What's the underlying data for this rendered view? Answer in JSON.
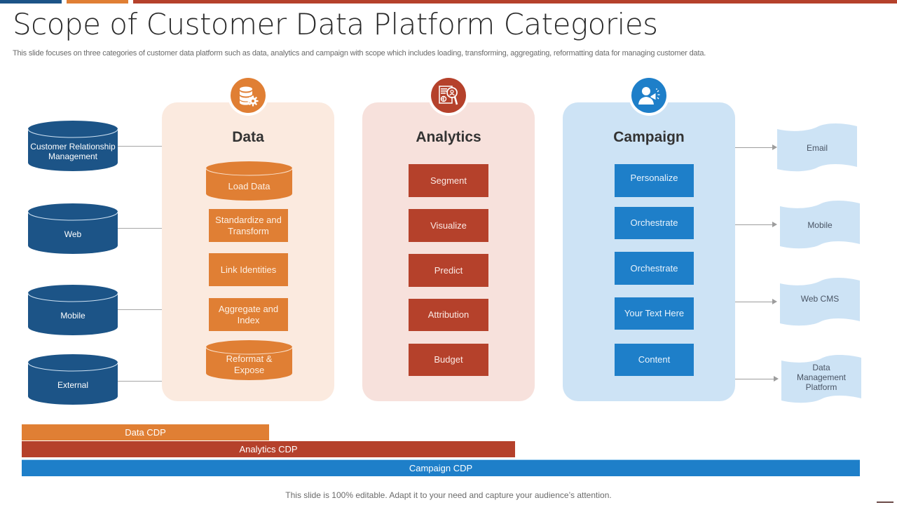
{
  "header": {
    "title": "Scope of Customer Data Platform Categories",
    "subtitle": "This slide focuses on three categories of customer data platform such as data, analytics and campaign with scope which includes loading, transforming, aggregating, reformatting data for managing customer data."
  },
  "colors": {
    "navy": "#1c5487",
    "orange": "#e07f34",
    "red": "#b5412b",
    "blue": "#1e7fc9",
    "light_blue": "#cde3f5",
    "peach": "#fbeadf",
    "pink": "#f7e1dc"
  },
  "sources": [
    {
      "label": "Customer Relationship Management"
    },
    {
      "label": "Web"
    },
    {
      "label": "Mobile"
    },
    {
      "label": "External"
    }
  ],
  "panels": {
    "data": {
      "title": "Data",
      "icon": "database-gear-icon",
      "items": [
        "Load Data",
        "Standardize and Transform",
        "Link Identities",
        "Aggregate and Index",
        "Reformat & Expose"
      ]
    },
    "analytics": {
      "title": "Analytics",
      "icon": "report-analysis-icon",
      "items": [
        "Segment",
        "Visualize",
        "Predict",
        "Attribution",
        "Budget"
      ]
    },
    "campaign": {
      "title": "Campaign",
      "icon": "person-megaphone-icon",
      "items": [
        "Personalize",
        "Orchestrate",
        "Orchestrate",
        "Your Text Here",
        "Content"
      ]
    }
  },
  "outputs": [
    {
      "label": "Email"
    },
    {
      "label": "Mobile"
    },
    {
      "label": "Web CMS"
    },
    {
      "label": "Data Management Platform"
    }
  ],
  "scope_bars": [
    {
      "label": "Data CDP",
      "scope_fraction": 0.295
    },
    {
      "label": "Analytics CDP",
      "scope_fraction": 0.589
    },
    {
      "label": "Campaign CDP",
      "scope_fraction": 1.0
    }
  ],
  "footer": {
    "text": "This slide is 100% editable. Adapt it to your need and capture your audience’s attention."
  }
}
